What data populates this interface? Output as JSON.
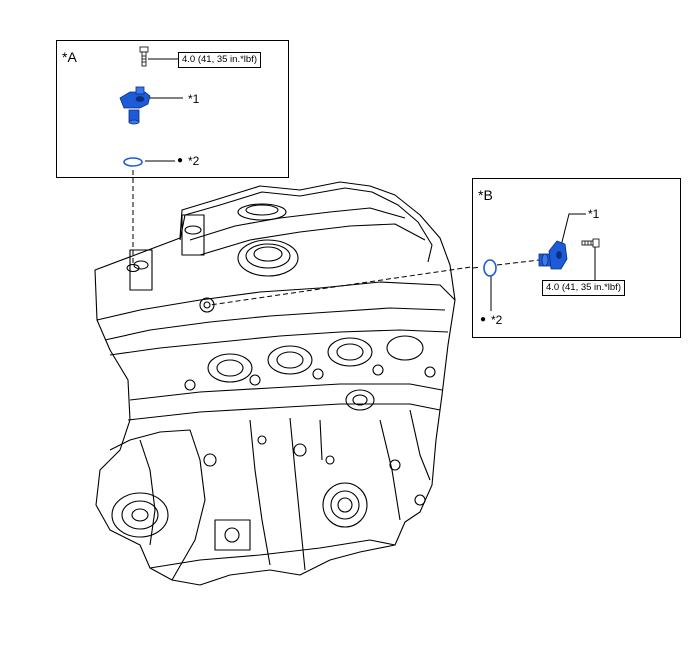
{
  "panels": {
    "a": {
      "label": "*A",
      "torque": "4.0 (41, 35 in.*lbf)",
      "part1": "*1",
      "part2": "*2",
      "bullet": "●"
    },
    "b": {
      "label": "*B",
      "torque": "4.0 (41, 35 in.*lbf)",
      "part1": "*1",
      "part2": "*2",
      "bullet": "●"
    }
  },
  "colors": {
    "part_blue": "#1e5bd8",
    "line": "#000000"
  }
}
